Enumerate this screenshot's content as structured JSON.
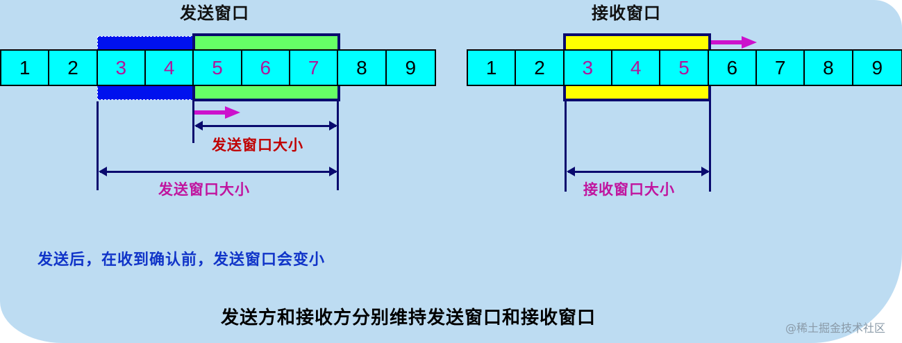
{
  "sender": {
    "title": "发送窗口",
    "cells": [
      "1",
      "2",
      "3",
      "4",
      "5",
      "6",
      "7",
      "8",
      "9"
    ],
    "highlighted_cells": [
      "3",
      "4",
      "5",
      "6",
      "7"
    ],
    "sent_unacked_block": [
      "3",
      "4"
    ],
    "window_block": [
      "5",
      "6",
      "7"
    ],
    "inner_size_label": "发送窗口大小",
    "outer_size_label": "发送窗口大小",
    "move_arrow_icon": "right-arrow-icon"
  },
  "receiver": {
    "title": "接收窗口",
    "cells": [
      "1",
      "2",
      "3",
      "4",
      "5",
      "6",
      "7",
      "8",
      "9"
    ],
    "highlighted_cells": [
      "3",
      "4",
      "5"
    ],
    "window_block": [
      "3",
      "4",
      "5"
    ],
    "size_label": "接收窗口大小",
    "move_arrow_icon": "right-arrow-icon"
  },
  "note": "发送后，在收到确认前，发送窗口会变小",
  "caption": "发送方和接收方分别维持发送窗口和接收窗口",
  "watermark": "@稀土掘金技术社区",
  "colors": {
    "background": "#bddcf2",
    "cell_fill": "#00ffff",
    "sent_block": "#0011ee",
    "send_window": "#66ff66",
    "recv_window": "#ffff00",
    "window_border": "#0a0a6e",
    "move_arrow": "#cc11cc",
    "highlight_digit": "#b0179b",
    "inner_label": "#c00000",
    "note_text": "#1034c8"
  }
}
